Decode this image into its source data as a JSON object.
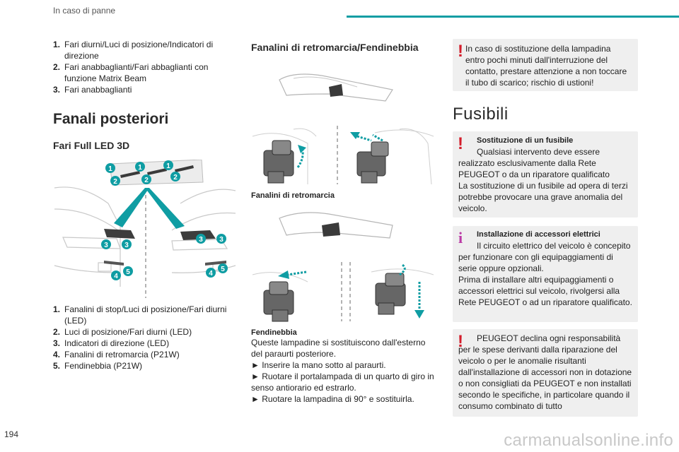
{
  "header": {
    "section": "In caso di panne"
  },
  "page_number": "194",
  "watermark": "carmanualsonline.info",
  "col1": {
    "front_list": [
      {
        "n": "1.",
        "text": "Fari diurni/Luci di posizione/Indicatori di direzione"
      },
      {
        "n": "2.",
        "text": "Fari anabbaglianti/Fari abbaglianti con funzione Matrix Beam"
      },
      {
        "n": "3.",
        "text": "Fari anabbaglianti"
      }
    ],
    "heading": "Fanali posteriori",
    "subheading": "Fari Full LED 3D",
    "rear_list": [
      {
        "n": "1.",
        "text": "Fanalini di stop/Luci di posizione/Fari diurni (LED)"
      },
      {
        "n": "2.",
        "text": "Luci di posizione/Fari diurni (LED)"
      },
      {
        "n": "3.",
        "text": "Indicatori di direzione (LED)"
      },
      {
        "n": "4.",
        "text": "Fanalini di retromarcia (P21W)"
      },
      {
        "n": "5.",
        "text": "Fendinebbia (P21W)"
      }
    ]
  },
  "col2": {
    "heading": "Fanalini di retromarcia/Fendinebbia",
    "caption_reverse": "Fanalini di retromarcia",
    "caption_fog": "Fendinebbia",
    "fog_text": "Queste lampadine si sostituiscono dall'esterno del paraurti posteriore.",
    "steps": [
      "► Inserire la mano sotto al paraurti.",
      "► Ruotare il portalampada di un quarto di giro in senso antiorario ed estrarlo.",
      "► Ruotare la lampadina di 90° e sostituirla."
    ]
  },
  "col3": {
    "warning1": "In caso di sostituzione della lampadina entro pochi minuti dall'interruzione del contatto, prestare attenzione a non toccare il tubo di scarico; rischio di ustioni!",
    "heading": "Fusibili",
    "warning2_title": "Sostituzione di un fusibile",
    "warning2_text1": "Qualsiasi intervento deve essere realizzato esclusivamente dalla Rete PEUGEOT o da un riparatore qualificato",
    "warning2_text2": "La sostituzione di un fusibile ad opera di terzi potrebbe provocare una grave anomalia del veicolo.",
    "info_title": "Installazione di accessori elettrici",
    "info_text1": "Il circuito elettrico del veicolo è concepito per funzionare con gli equipaggiamenti di serie oppure opzionali.",
    "info_text2": "Prima di installare altri equipaggiamenti o accessori elettrici sul veicolo, rivolgersi alla Rete PEUGEOT o ad un riparatore qualificato.",
    "warning3": "PEUGEOT declina ogni responsabilità per le spese derivanti dalla riparazione del veicolo o per le anomalie risultanti dall'installazione di accessori non in dotazione o non consigliati da PEUGEOT e non installati secondo le specifiche, in particolare quando il consumo combinato di tutto"
  },
  "diagram": {
    "callouts": [
      "1",
      "2",
      "3",
      "4",
      "5"
    ],
    "accent": "#0f9da3"
  }
}
